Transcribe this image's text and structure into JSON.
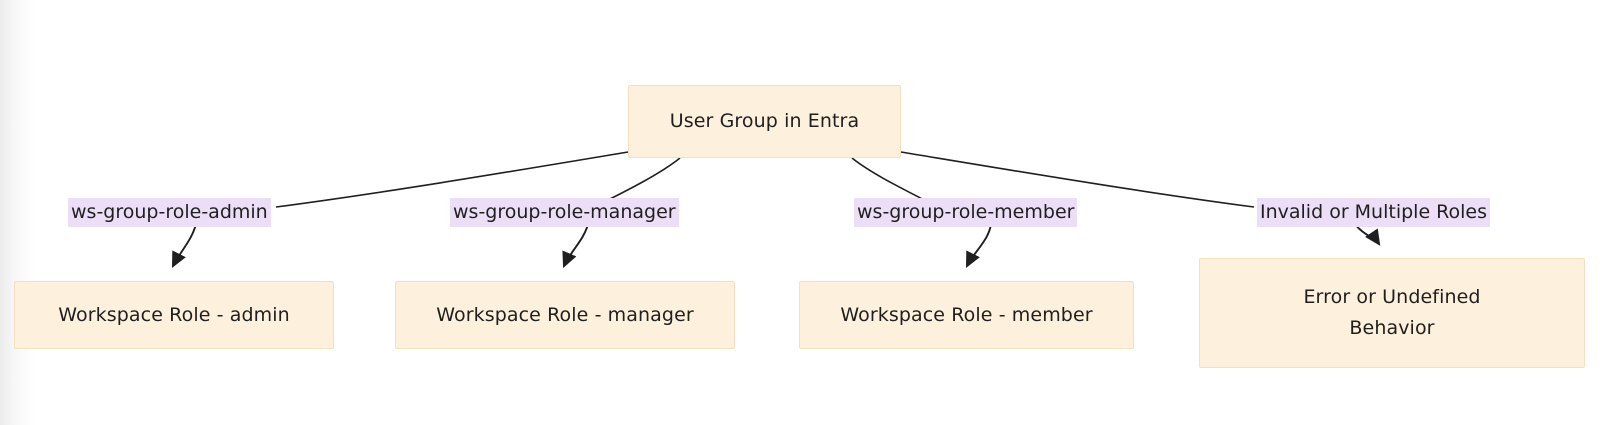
{
  "diagram": {
    "type": "flowchart",
    "direction": "top-down",
    "background_color": "#ffffff",
    "node_fill_color": "#fdf0dc",
    "node_border_color": "#f5dfc0",
    "edge_label_background_color": "#eddef7",
    "edge_color": "#1f1f1f",
    "text_color": "#1f1f1f",
    "root": {
      "id": "user-group-in-entra",
      "label": "User Group in Entra"
    },
    "branches": [
      {
        "id": "admin",
        "edge_label": "ws-group-role-admin",
        "target_label": "Workspace Role - admin"
      },
      {
        "id": "manager",
        "edge_label": "ws-group-role-manager",
        "target_label": "Workspace Role - manager"
      },
      {
        "id": "member",
        "edge_label": "ws-group-role-member",
        "target_label": "Workspace Role - member"
      },
      {
        "id": "invalid",
        "edge_label": "Invalid or Multiple Roles",
        "target_label": "Error or Undefined\nBehavior"
      }
    ]
  }
}
